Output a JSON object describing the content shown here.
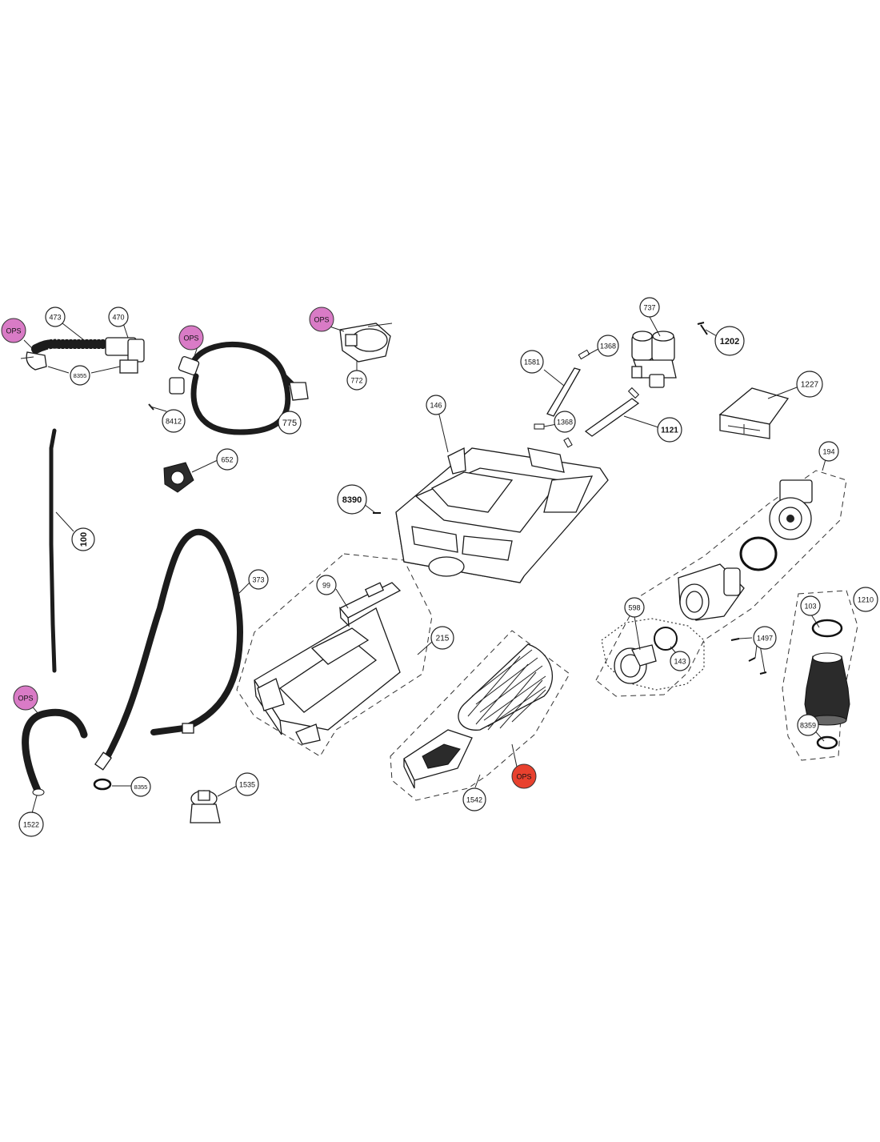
{
  "diagram": {
    "labels": {
      "p473": "473",
      "p470": "470",
      "p8355a": "8355",
      "p8412": "8412",
      "p775": "775",
      "p652": "652",
      "p772": "772",
      "p737": "737",
      "p1202": "1202",
      "p1368a": "1368",
      "p1581": "1581",
      "p1368b": "1368",
      "p1121": "1121",
      "p1227": "1227",
      "p146": "146",
      "p8390": "8390",
      "p194": "194",
      "p100": "100",
      "p373": "373",
      "p99": "99",
      "p215": "215",
      "p598": "598",
      "p143": "143",
      "p1497": "1497",
      "p103": "103",
      "p1210": "1210",
      "p8359": "8359",
      "p1542": "1542",
      "p8355b": "8355",
      "p1535": "1535",
      "p1522": "1522"
    },
    "ops": {
      "o1": "OPS",
      "o2": "OPS",
      "o3": "OPS",
      "o4": "OPS",
      "o5": "OPS"
    },
    "colors": {
      "ops_pink": "#d97bc6",
      "ops_red": "#e8412e"
    }
  }
}
